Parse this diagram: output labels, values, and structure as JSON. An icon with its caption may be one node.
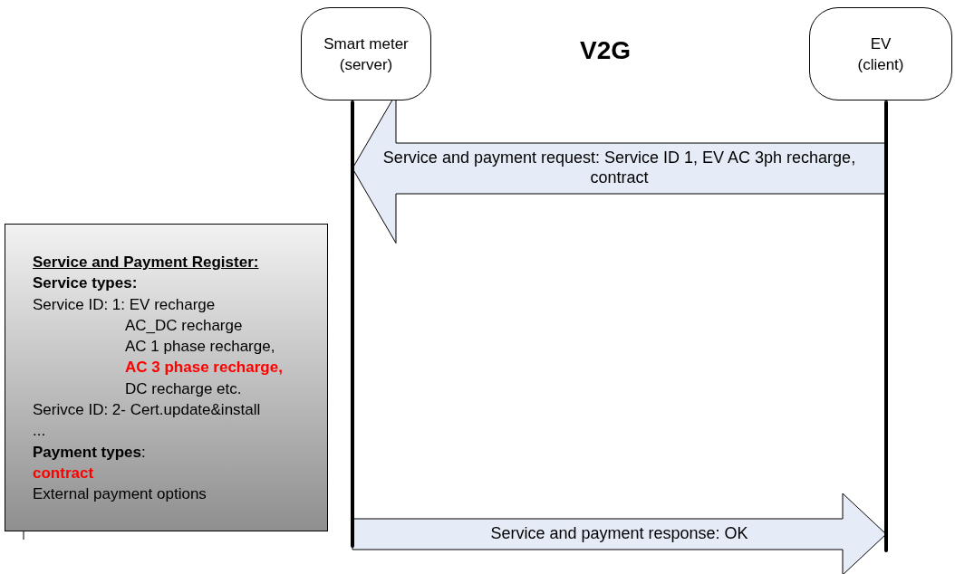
{
  "diagram": {
    "title": "V2G",
    "nodes": [
      {
        "text": [
          "Smart meter (server)"
        ]
      },
      {
        "text": [
          "EV (client)"
        ]
      },
      {
        "text": [
          "**Service and Payment Register:**",
          "**Service types:**",
          "Service ID: 1: EV recharge",
          "AC_DC recharge",
          "AC 1 phase recharge,",
          "AC 3 phase recharge,",
          "DC  recharge etc.",
          "Serivce ID: 2- Cert.update&install",
          "...",
          "**Payment types**:",
          "contract",
          "External payment options"
        ]
      }
    ],
    "edges": [
      {
        "from": 1,
        "to": 0,
        "arrow": "to",
        "label": "Service and payment request: Service ID 1, EV AC 3ph  recharge, contract"
      },
      {
        "from": 0,
        "to": 1,
        "arrow": "to",
        "label": "Service and payment response: OK"
      }
    ]
  }
}
